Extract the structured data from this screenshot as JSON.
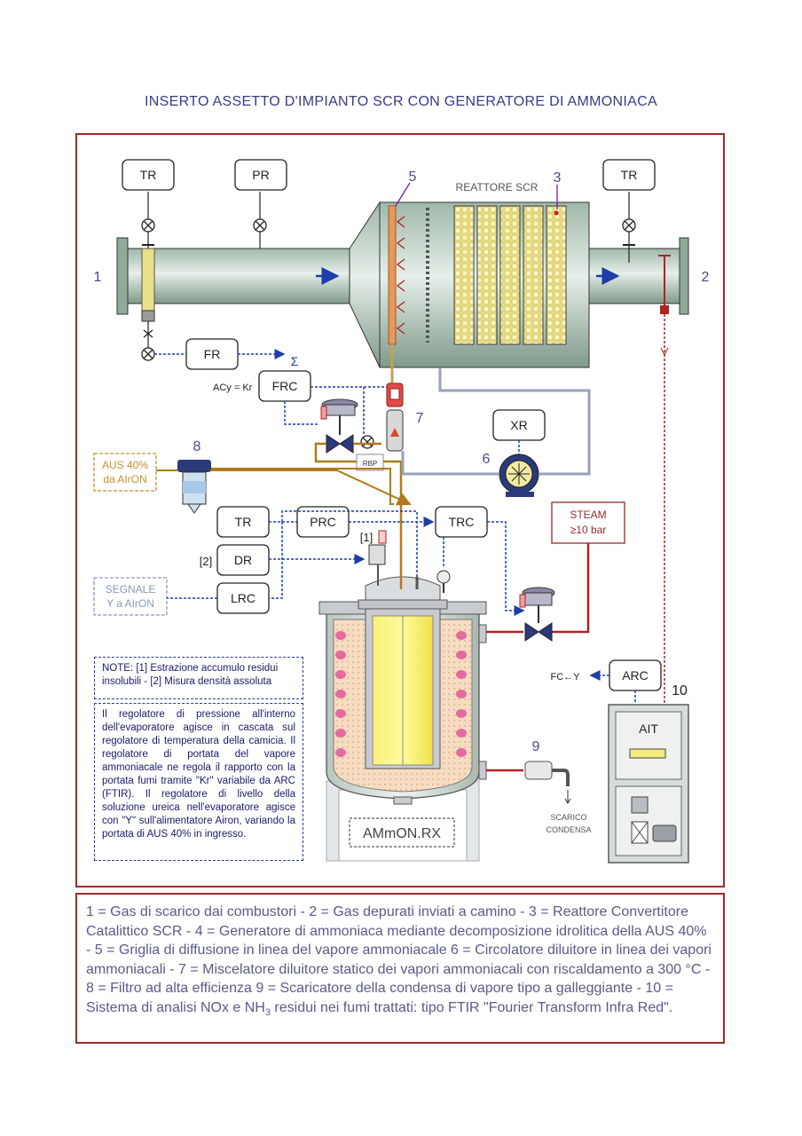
{
  "title": "INSERTO ASSETTO D'IMPIANTO SCR CON GENERATORE DI AMMONIACA",
  "instruments": {
    "tr_left": "TR",
    "pr": "PR",
    "tr_right": "TR",
    "fr": "FR",
    "frc": "FRC",
    "acy": "ACy = Kr",
    "sigma": "Σ",
    "xr": "XR",
    "tr_mid": "TR",
    "prc": "PRC",
    "trc": "TRC",
    "dr": "DR",
    "lrc": "LRC",
    "arc": "ARC",
    "fc_y": "FC←Y",
    "ait": "AIT",
    "rbp": "RBP"
  },
  "labels": {
    "n1": "1",
    "n2": "2",
    "n3": "3",
    "n5": "5",
    "n6": "6",
    "n7": "7",
    "n8": "8",
    "n9": "9",
    "n10": "10",
    "reactor": "REATTORE  SCR",
    "mark1": "[1]",
    "mark2": "[2]",
    "aus_line1": "AUS 40%",
    "aus_line2": "da AIrON",
    "steam_line1": "STEAM",
    "steam_line2": "≥10 bar",
    "segnale_line1": "SEGNALE",
    "segnale_line2": "Y a AIrON",
    "ammon": "AMmON.RX",
    "scarico_line1": "SCARICO",
    "scarico_line2": "CONDENSA"
  },
  "notes": {
    "note1": "NOTE: [1] Estrazione accumulo residui insolubili - [2] Misura densità assoluta",
    "note2": "Il regolatore di pressione all'interno dell'evaporatore agisce in cascata sul regolatore di temperatura della camicia. Il regolatore di portata del vapore ammoniacale ne regola il rapporto con la portata fumi tramite \"Kr\" variabile da ARC (FTIR). Il regolatore di livello della soluzione ureica nell'evaporatore agisce con \"Y\" sull'alimentatore Airon, variando la portata di AUS 40% in ingresso."
  },
  "legend": {
    "part1": "1 = Gas di scarico dai combustori - 2 = Gas depurati inviati a camino - 3 = Reattore Convertitore Catalittico SCR - 4 = Generatore di ammoniaca mediante decomposizione idrolitica della AUS 40% - 5 = Griglia di diffusione in linea del vapore ammoniacale 6 = Circolatore diluitore in linea dei vapori ammoniacali - 7 = Miscelatore diluitore statico dei vapori ammoniacali con riscaldamento a 300 °C - 8 = Filtro ad alta efficienza 9 = Scaricatore della condensa di vapore tipo a galleggiante - 10 = Sistema di analisi NOx e NH",
    "sub": "3",
    "part2": " residui nei fumi trattati: tipo FTIR \"Fourier Transform Infra Red\"."
  }
}
